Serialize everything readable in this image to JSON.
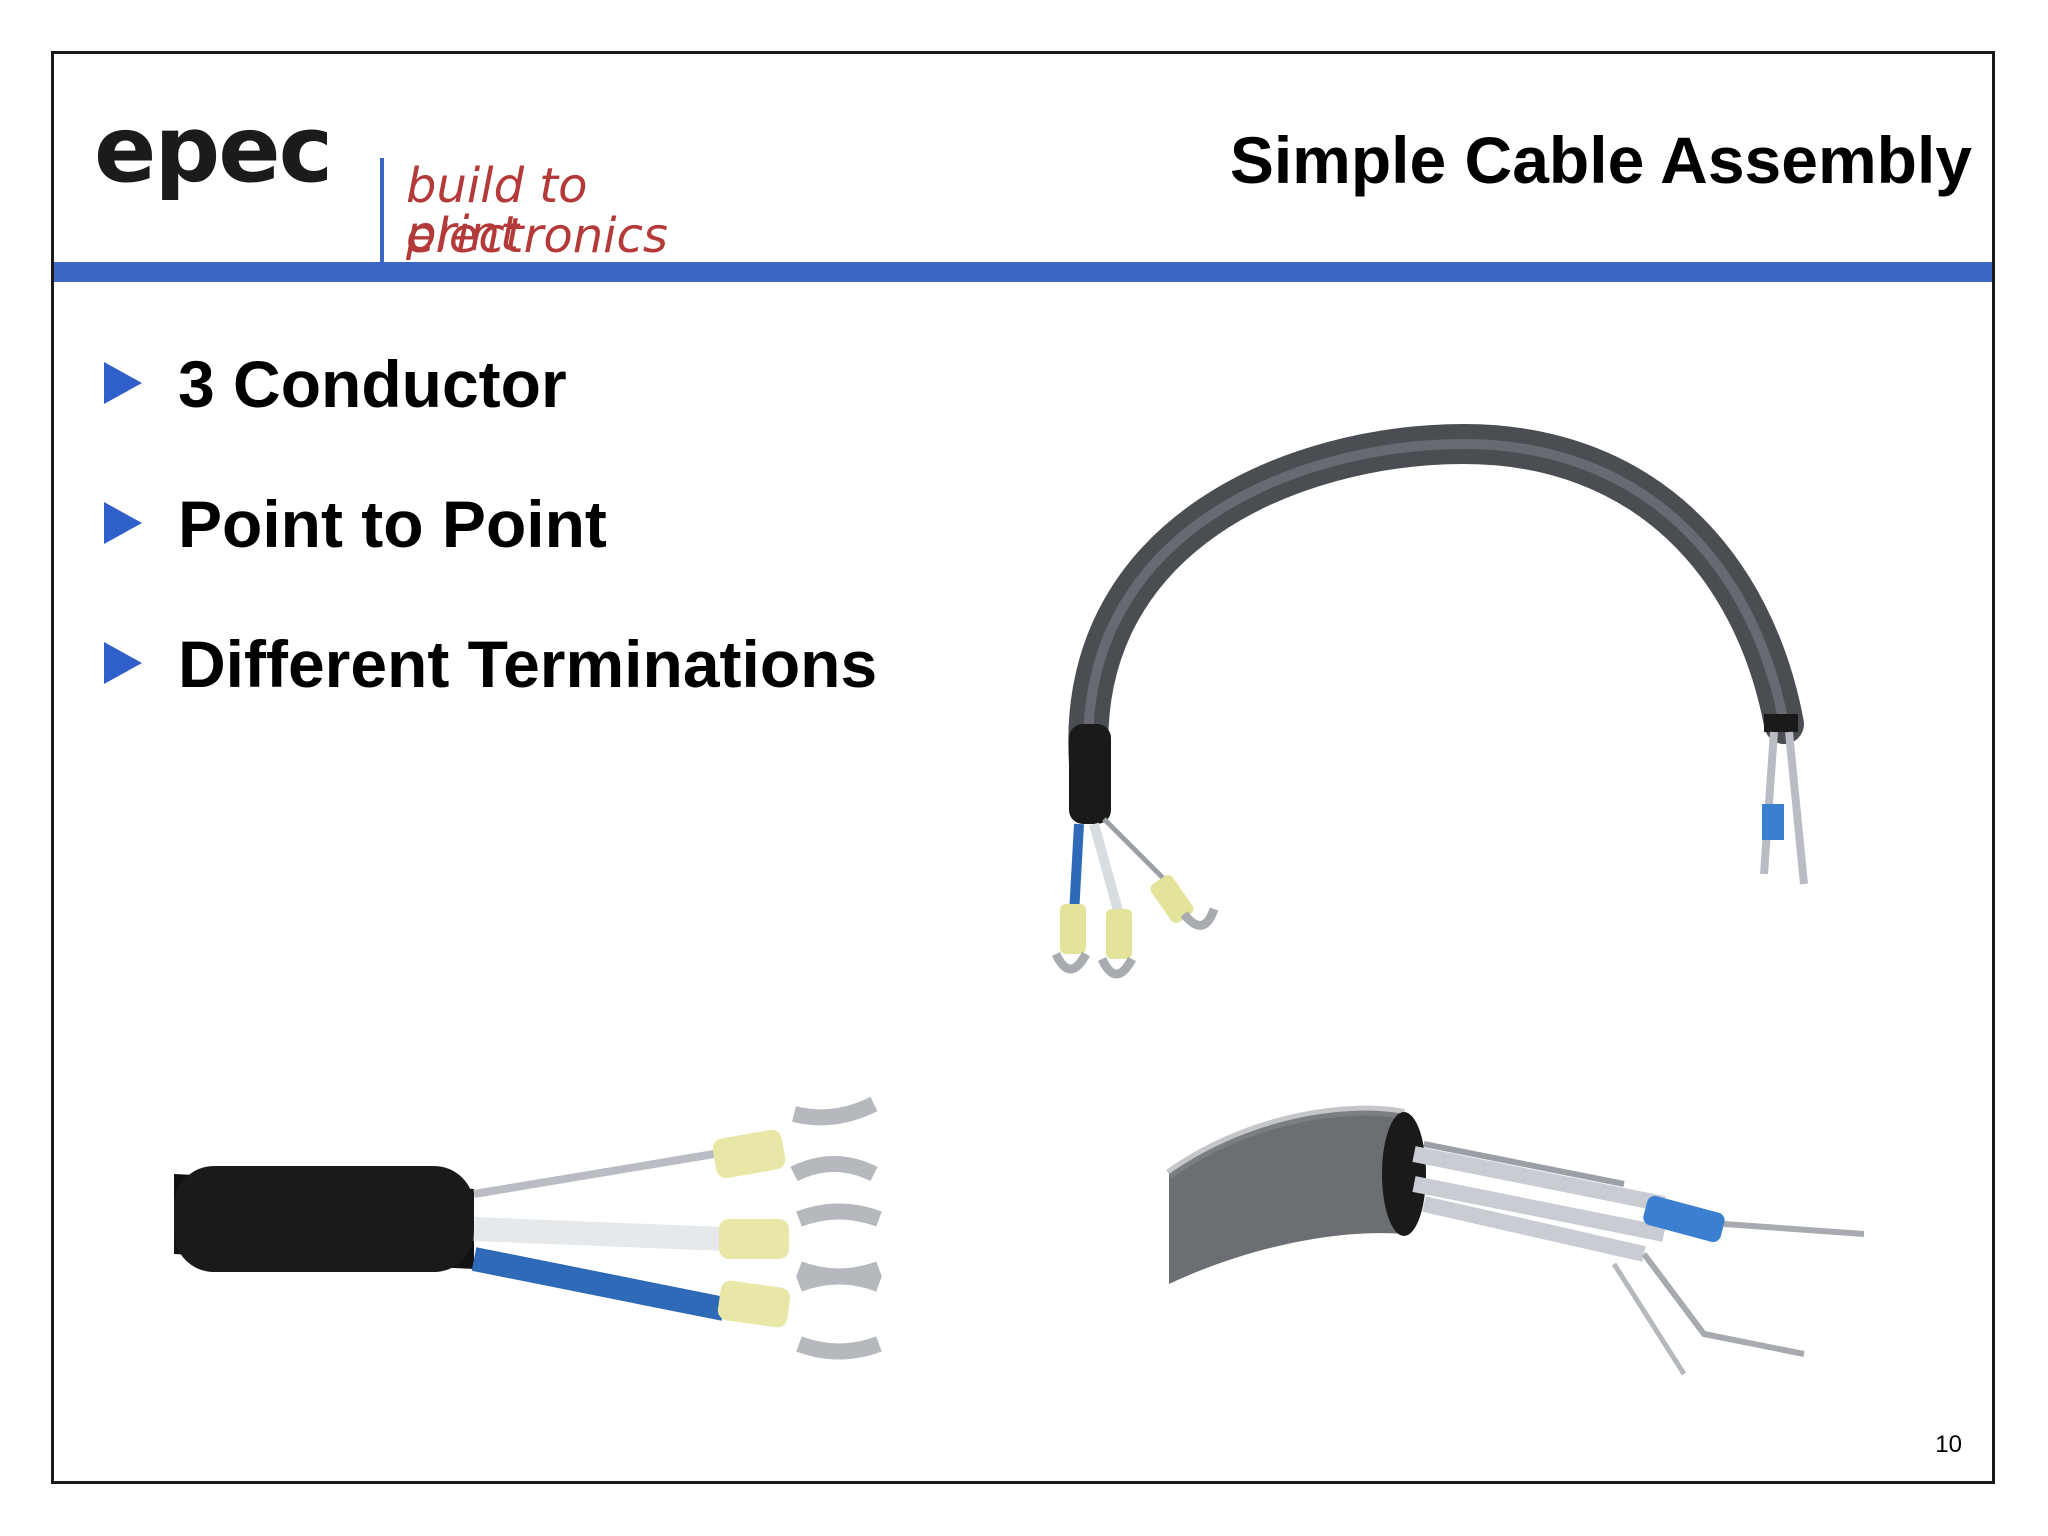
{
  "header": {
    "logo": {
      "brand": "epec",
      "tagline_line1": "build to print",
      "tagline_line2": "electronics"
    },
    "title": "Simple Cable Assembly"
  },
  "bullets": [
    {
      "text": "3 Conductor"
    },
    {
      "text": "Point to Point"
    },
    {
      "text": "Different Terminations"
    }
  ],
  "images": [
    {
      "name": "full-cable-assembly-photo",
      "icon": "cable-with-spade-and-shielded-ends"
    },
    {
      "name": "spade-terminals-closeup-photo",
      "icon": "spade-lug-terminations"
    },
    {
      "name": "shielded-end-closeup-photo",
      "icon": "braided-shield-end"
    }
  ],
  "footer": {
    "page_number": "10"
  },
  "colors": {
    "accent_blue": "#3a67c6",
    "bullet_blue": "#2f5fc8",
    "tagline_red": "#b43a3a",
    "text": "#000000"
  }
}
